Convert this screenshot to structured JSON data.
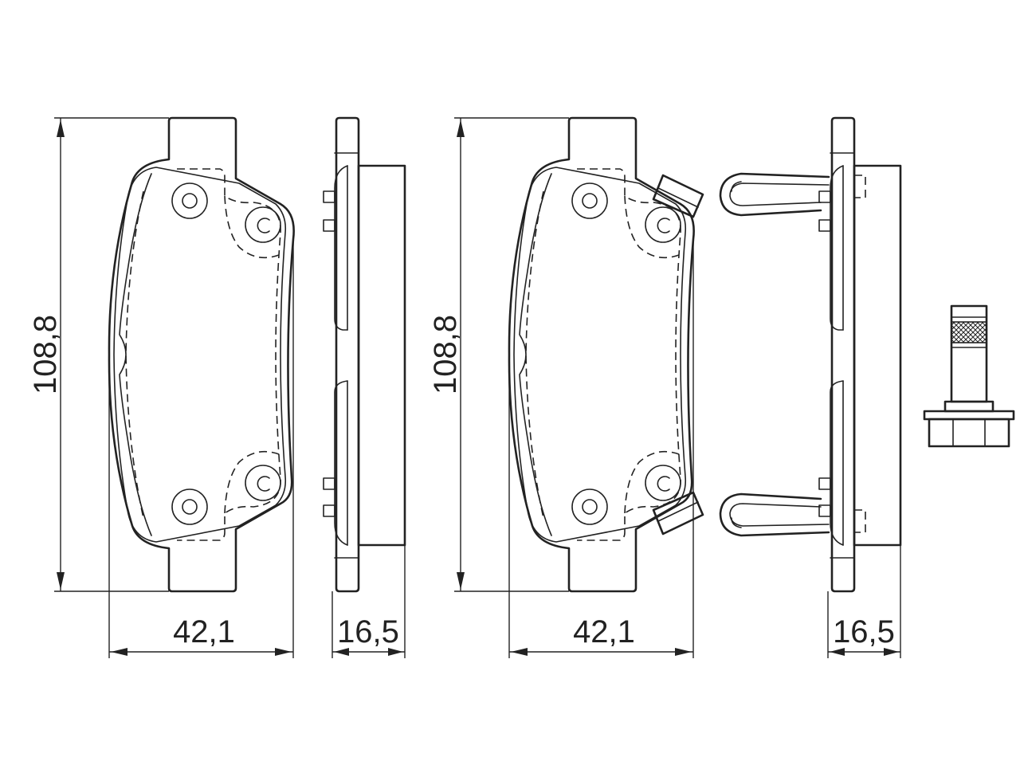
{
  "dimensions": {
    "pad1_height": "108,8",
    "pad1_width": "42,1",
    "pad1_thickness": "16,5",
    "pad2_height": "108,8",
    "pad2_width": "42,1",
    "pad2_thickness": "16,5"
  },
  "colors": {
    "line": "#222222",
    "background": "#ffffff"
  }
}
